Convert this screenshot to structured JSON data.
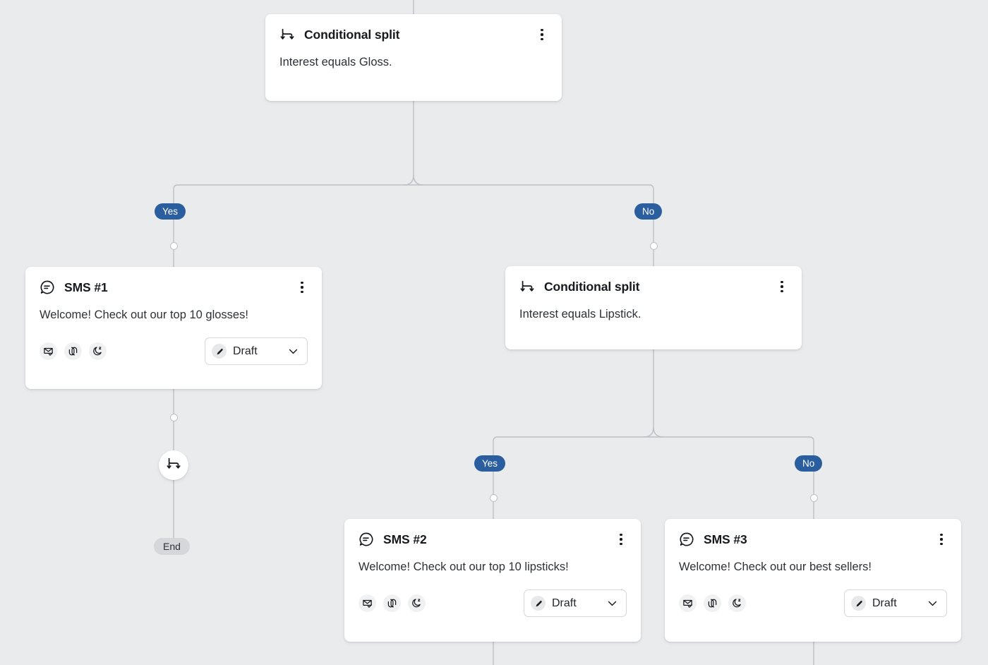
{
  "canvas": {
    "background": "#eaebed",
    "edge_color": "#bcc0c6",
    "branch_pill_color": "#2b5e9e",
    "end_pill_color": "#d5d7db"
  },
  "nodes": [
    {
      "id": "split-gloss",
      "type": "conditional-split",
      "icon": "conditional-split-icon",
      "title": "Conditional split",
      "body": "Interest equals Gloss.",
      "menu_icon": "kebab-menu-icon"
    },
    {
      "id": "sms-1",
      "type": "sms",
      "icon": "sms-bubble-icon",
      "title": "SMS #1",
      "body": "Welcome! Check out our top 10 glosses!",
      "menu_icon": "kebab-menu-icon",
      "badges": [
        "email-check-icon",
        "smart-sending-icon",
        "quiet-hours-moon-icon"
      ],
      "status": {
        "label": "Draft",
        "icon": "pencil-draft-icon",
        "chevron": "chevron-down-icon"
      }
    },
    {
      "id": "split-lipstick",
      "type": "conditional-split",
      "icon": "conditional-split-icon",
      "title": "Conditional split",
      "body": "Interest equals Lipstick.",
      "menu_icon": "kebab-menu-icon"
    },
    {
      "id": "sms-2",
      "type": "sms",
      "icon": "sms-bubble-icon",
      "title": "SMS #2",
      "body": "Welcome! Check out our top 10 lipsticks!",
      "menu_icon": "kebab-menu-icon",
      "badges": [
        "email-check-icon",
        "smart-sending-icon",
        "quiet-hours-moon-icon"
      ],
      "status": {
        "label": "Draft",
        "icon": "pencil-draft-icon",
        "chevron": "chevron-down-icon"
      }
    },
    {
      "id": "sms-3",
      "type": "sms",
      "icon": "sms-bubble-icon",
      "title": "SMS #3",
      "body": "Welcome! Check out our best sellers!",
      "menu_icon": "kebab-menu-icon",
      "badges": [
        "email-check-icon",
        "smart-sending-icon",
        "quiet-hours-moon-icon"
      ],
      "status": {
        "label": "Draft",
        "icon": "pencil-draft-icon",
        "chevron": "chevron-down-icon"
      }
    }
  ],
  "branch_labels": {
    "split1_yes": "Yes",
    "split1_no": "No",
    "split2_yes": "Yes",
    "split2_no": "No"
  },
  "terminals": {
    "end": "End"
  },
  "inline_nodes": {
    "split_circle_icon": "conditional-split-icon"
  }
}
